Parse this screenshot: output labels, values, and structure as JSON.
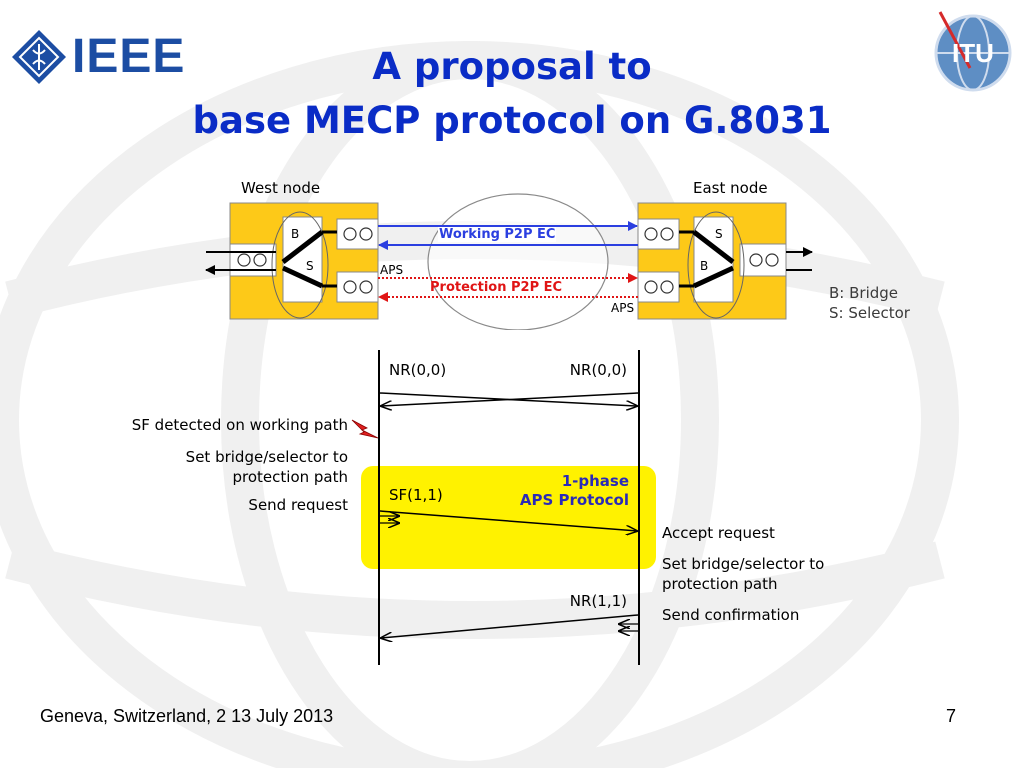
{
  "header": {
    "ieee_logo_text": "IEEE",
    "itu_logo_text": "ITU",
    "title_line1": "A proposal to",
    "title_line2": "base MECP protocol on G.8031"
  },
  "network": {
    "west_node": "West node",
    "east_node": "East node",
    "working_ec": "Working P2P EC",
    "protection_ec": "Protection P2P EC",
    "aps_left": "APS",
    "aps_right": "APS",
    "west_b": "B",
    "west_s": "S",
    "east_s": "S",
    "east_b": "B",
    "legend_bridge": "B: Bridge",
    "legend_selector": "S: Selector"
  },
  "sequence": {
    "nr00_left": "NR(0,0)",
    "nr00_right": "NR(0,0)",
    "west_event1": "SF detected on working path",
    "west_event2_line1": "Set bridge/selector to",
    "west_event2_line2": "protection path",
    "west_event3": "Send request",
    "sf11": "SF(1,1)",
    "phase_line1": "1-phase",
    "phase_line2": "APS Protocol",
    "east_event1": "Accept request",
    "east_event2_line1": "Set bridge/selector to",
    "east_event2_line2": "protection path",
    "east_event3": "Send confirmation",
    "nr11": "NR(1,1)"
  },
  "footer": {
    "location": "Geneva, Switzerland, 2 13 July 2013",
    "page_number": "7"
  },
  "colors": {
    "title": "#0a2cc6",
    "node_fill": "#fdc918",
    "working": "#2b3fe0",
    "protection": "#e01515",
    "phase_box": "#fff200",
    "phase_text": "#2a2ab8",
    "lightning": "#e02020"
  }
}
